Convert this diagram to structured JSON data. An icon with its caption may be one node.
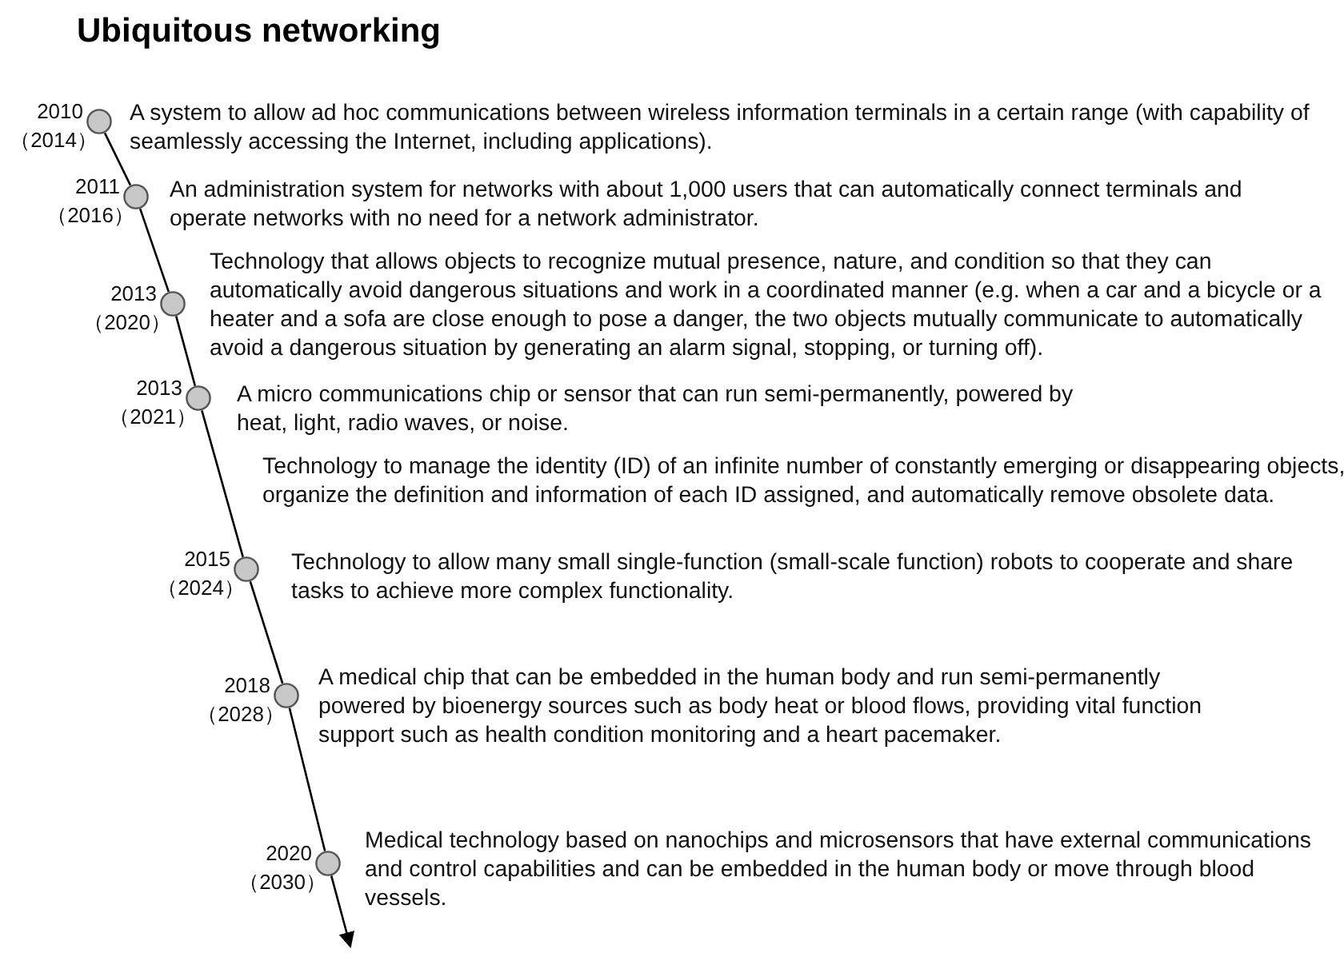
{
  "diagram": {
    "title": "Ubiquitous networking",
    "nodes": [
      {
        "text": [],
        "shape": "circle",
        "beside": [
          "2010",
          "（2014）",
          "A system to allow ad hoc communications between wireless information terminals in a certain range (with capability of seamlessly accessing the Internet, including applications)."
        ]
      },
      {
        "text": [],
        "shape": "circle",
        "beside": [
          "2011",
          "（2016）",
          "An administration system for networks with about 1,000 users that can automatically connect terminals and operate networks with no need for a network administrator."
        ]
      },
      {
        "text": [],
        "shape": "circle",
        "beside": [
          "2013",
          "（2020）",
          "Technology that allows objects to recognize mutual presence, nature, and condition so that they can automatically avoid dangerous situations and work in a coordinated manner (e.g. when a car and a bicycle or a heater and a sofa are close enough to pose a danger, the two objects mutually communicate to automatically avoid a dangerous situation by generating an alarm signal, stopping, or turning off)."
        ]
      },
      {
        "text": [],
        "shape": "circle",
        "beside": [
          "2013",
          "（2021）",
          "A micro communications chip or sensor that can run semi-permanently, powered by heat, light, radio waves, or noise."
        ]
      },
      {
        "text": [],
        "shape": "circle",
        "beside": [
          "2015",
          "（2024）",
          "Technology to allow many small single-function (small-scale function) robots to cooperate and share tasks to achieve more complex functionality."
        ]
      },
      {
        "text": [],
        "shape": "circle",
        "beside": [
          "2018",
          "（2028）",
          "A medical chip that can be embedded in the human body and run semi-permanently powered by bioenergy sources such as body heat or blood flows, providing vital function support such as health condition monitoring and a heart pacemaker."
        ]
      },
      {
        "text": [],
        "shape": "circle",
        "beside": [
          "2020",
          "（2030）",
          "Medical technology based on nanochips and microsensors that have external communications and control capabilities and can be embedded in the human body or move through blood vessels."
        ]
      }
    ],
    "edges": [
      {
        "from": 0,
        "to": 1,
        "arrow": "none"
      },
      {
        "from": 1,
        "to": 2,
        "arrow": "none"
      },
      {
        "from": 2,
        "to": 3,
        "arrow": "none"
      },
      {
        "from": 3,
        "to": 4,
        "arrow": "none"
      },
      {
        "from": 4,
        "to": 5,
        "arrow": "none"
      },
      {
        "from": 5,
        "to": 6,
        "arrow": "none"
      },
      {
        "from": 6,
        "to": null,
        "arrow": "to"
      }
    ],
    "labels": [
      "Technology to manage the identity (ID) of an infinite number of constantly emerging or disappearing objects, organize the definition and information of each ID assigned, and automatically remove obsolete data."
    ]
  }
}
